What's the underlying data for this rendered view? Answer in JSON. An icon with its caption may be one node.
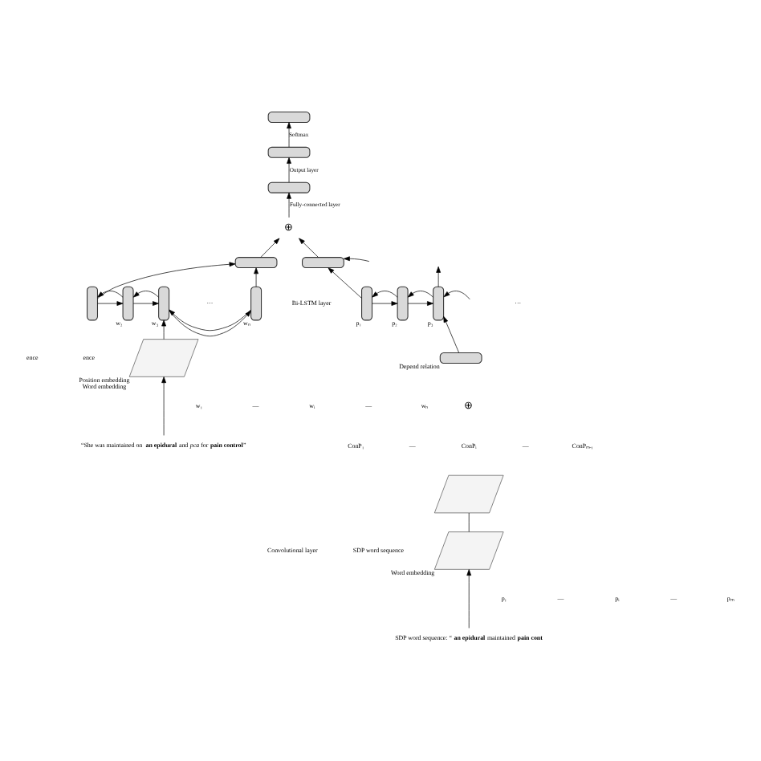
{
  "diagram": {
    "nodes": [
      {
        "text": [],
        "shape": "bar"
      },
      {
        "text": [],
        "shape": "bar"
      },
      {
        "text": [],
        "shape": "bar"
      },
      {
        "text": [
          "⊕"
        ]
      },
      {
        "text": [],
        "shape": "bar"
      },
      {
        "text": [],
        "shape": "bar"
      },
      {
        "text": [],
        "shape": "bar"
      },
      {
        "text": [],
        "shape": "bar",
        "beside": [
          "w₂"
        ]
      },
      {
        "text": [],
        "shape": "bar",
        "beside": [
          "w₃"
        ]
      },
      {
        "text": [],
        "shape": "bar",
        "beside": [
          "wₙ"
        ]
      },
      {
        "text": [],
        "shape": "bar",
        "beside": [
          "p₁"
        ]
      },
      {
        "text": [],
        "shape": "bar",
        "beside": [
          "p₂"
        ]
      },
      {
        "text": [],
        "shape": "bar",
        "beside": [
          "p₃"
        ]
      },
      {
        "text": [],
        "shape": "box",
        "beside": [
          "Position embedding",
          "Word embedding"
        ]
      },
      {
        "text": [
          "“She was maintained on **an epidural** and *pca* for **pain control**”"
        ]
      },
      {
        "text": [],
        "shape": "box",
        "beside": [
          "Word embedding"
        ]
      },
      {
        "text": [],
        "shape": "box"
      },
      {
        "text": [
          "⊕"
        ]
      },
      {
        "text": [],
        "shape": "bar",
        "beside": [
          "Depend relation"
        ]
      },
      {
        "text": [
          "SDP word sequence: “**an epidural** maintained **pain cont**"
        ]
      }
    ],
    "edges": [
      {
        "from": 1,
        "to": 0,
        "arrow": "to",
        "label": "Softmax"
      },
      {
        "from": 2,
        "to": 1,
        "arrow": "to",
        "label": "Output layer"
      },
      {
        "from": 3,
        "to": 2,
        "arrow": "to",
        "label": "Fully-connected layer"
      },
      {
        "from": 4,
        "to": 3,
        "arrow": "to"
      },
      {
        "from": 5,
        "to": 3,
        "arrow": "to"
      },
      {
        "from": 6,
        "to": 4,
        "arrow": "to"
      },
      {
        "from": 9,
        "to": 4,
        "arrow": "to"
      },
      {
        "from": 10,
        "to": 5,
        "arrow": "to"
      },
      {
        "from": null,
        "to": 5,
        "arrow": "to"
      },
      {
        "from": 7,
        "to": 6,
        "arrow": "to"
      },
      {
        "from": 6,
        "to": 7,
        "arrow": "to"
      },
      {
        "from": 8,
        "to": 7,
        "arrow": "to"
      },
      {
        "from": 7,
        "to": 8,
        "arrow": "to"
      },
      {
        "from": 9,
        "to": 8,
        "arrow": "to"
      },
      {
        "from": 8,
        "to": 9,
        "arrow": "to"
      },
      {
        "from": 11,
        "to": 10,
        "arrow": "to"
      },
      {
        "from": 10,
        "to": 11,
        "arrow": "to"
      },
      {
        "from": 12,
        "to": 11,
        "arrow": "to"
      },
      {
        "from": 11,
        "to": 12,
        "arrow": "to"
      },
      {
        "from": null,
        "to": 12,
        "arrow": "to"
      },
      {
        "from": 12,
        "to": null,
        "arrow": "to"
      },
      {
        "from": 13,
        "to": 8,
        "arrow": "to"
      },
      {
        "from": 14,
        "to": 13,
        "arrow": "to"
      },
      {
        "from": 15,
        "to": 16,
        "arrow": "none"
      },
      {
        "from": 18,
        "to": 12,
        "arrow": "to"
      },
      {
        "from": 19,
        "to": 15,
        "arrow": "to"
      }
    ],
    "labels": [
      "Bi-LSTM layer",
      "ence",
      "ence",
      "···",
      "···",
      "w₁",
      "—",
      "wᵢ",
      "—",
      "wₙ",
      "ConP₁",
      "—",
      "ConPᵢ",
      "—",
      "ConPₘ₋₁",
      "Convolutional layer",
      "SDP word sequence",
      "p₁",
      "—",
      "pᵢ",
      "—",
      "pₘ"
    ]
  }
}
